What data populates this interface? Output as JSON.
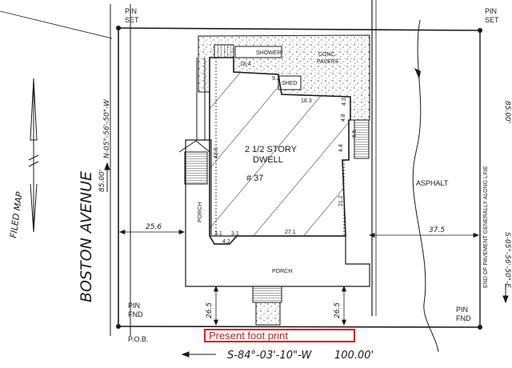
{
  "labels": {
    "pin_set_left": [
      "PIN",
      "SET"
    ],
    "pin_set_right": [
      "PIN",
      "SET"
    ],
    "pin_fnd_left": [
      "PIN",
      "FND"
    ],
    "pin_fnd_right": [
      "PIN",
      "FND"
    ],
    "pob": "P.O.B.",
    "filed_map": "FILED MAP",
    "street": "BOSTON AVENUE",
    "west_bearing": "N-05°-56'-50\"-W",
    "west_length": "85.00'",
    "east_bearing": "S-05°-56'-50\"-E",
    "east_length": "85.00'",
    "south_bearing": "S-84°-03'-10\"-W",
    "south_length": "100.00'",
    "pavement_note": "END OF PAVEMENT GENERALLY ALONG LINE",
    "asphalt": "ASPHALT",
    "conc_pavers": [
      "CONC.",
      "PAVERS"
    ],
    "shower": "SHOWER",
    "shed": "SHED",
    "dwelling": [
      "2 1/2 STORY",
      "DWELL",
      "# 37"
    ],
    "porch_vertical": "PORCH",
    "porch_front": "PORCH",
    "footprint_caption": "Present foot print"
  },
  "dimensions": {
    "d_18_4": "18.4",
    "d_9_2": "9.2",
    "d_18_3": "18.3",
    "d_4_3": "4.3",
    "d_4_8": "4.8",
    "d_6_5": "6.5",
    "d_4_4": "4.4",
    "d_43_6": "43.6",
    "d_21_2": "21.2",
    "d_27_1": "27.1",
    "d_3_1a": "3.1",
    "d_4_2": "4.2",
    "d_3_1b": "3.1",
    "d_25_6": "25.6",
    "d_37_5": "37.5",
    "d_26_5_left": "26.5",
    "d_26_5_right": "26.5"
  },
  "colors": {
    "ink": "#1a1a1a",
    "highlight_border": "#d42020",
    "highlight_text": "#c81e1e"
  }
}
